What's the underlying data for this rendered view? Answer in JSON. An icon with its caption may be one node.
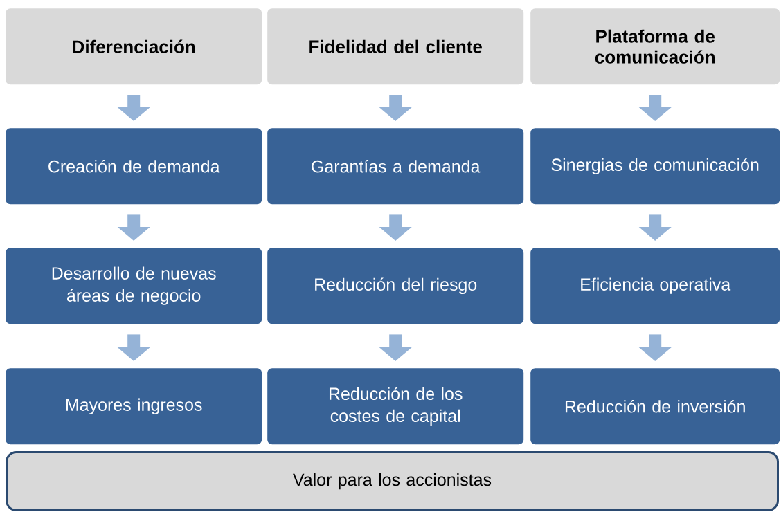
{
  "diagram": {
    "nodes": [
      {
        "text": [
          "Diferenciación"
        ]
      },
      {
        "text": [
          "Fidelidad del cliente"
        ]
      },
      {
        "text": [
          "Plataforma de comunicación"
        ]
      },
      {
        "text": [
          "Creación de demanda"
        ]
      },
      {
        "text": [
          "Garantías a demanda"
        ]
      },
      {
        "text": [
          "Sinergias de comunicación"
        ]
      },
      {
        "text": [
          "Desarrollo de nuevas áreas de negocio"
        ]
      },
      {
        "text": [
          "Reducción del riesgo"
        ]
      },
      {
        "text": [
          "Eficiencia operativa"
        ]
      },
      {
        "text": [
          "Mayores ingresos"
        ]
      },
      {
        "text": [
          "Reducción de los costes de capital"
        ]
      },
      {
        "text": [
          "Reducción de inversión"
        ]
      },
      {
        "text": [
          "Valor para los accionistas"
        ]
      }
    ],
    "edges": [
      {
        "from": 0,
        "to": 3,
        "arrow": "to"
      },
      {
        "from": 1,
        "to": 4,
        "arrow": "to"
      },
      {
        "from": 2,
        "to": 5,
        "arrow": "to"
      },
      {
        "from": 3,
        "to": 6,
        "arrow": "to"
      },
      {
        "from": 4,
        "to": 7,
        "arrow": "to"
      },
      {
        "from": 5,
        "to": 8,
        "arrow": "to"
      },
      {
        "from": 6,
        "to": 9,
        "arrow": "to"
      },
      {
        "from": 7,
        "to": 10,
        "arrow": "to"
      },
      {
        "from": 8,
        "to": 11,
        "arrow": "to"
      }
    ]
  }
}
